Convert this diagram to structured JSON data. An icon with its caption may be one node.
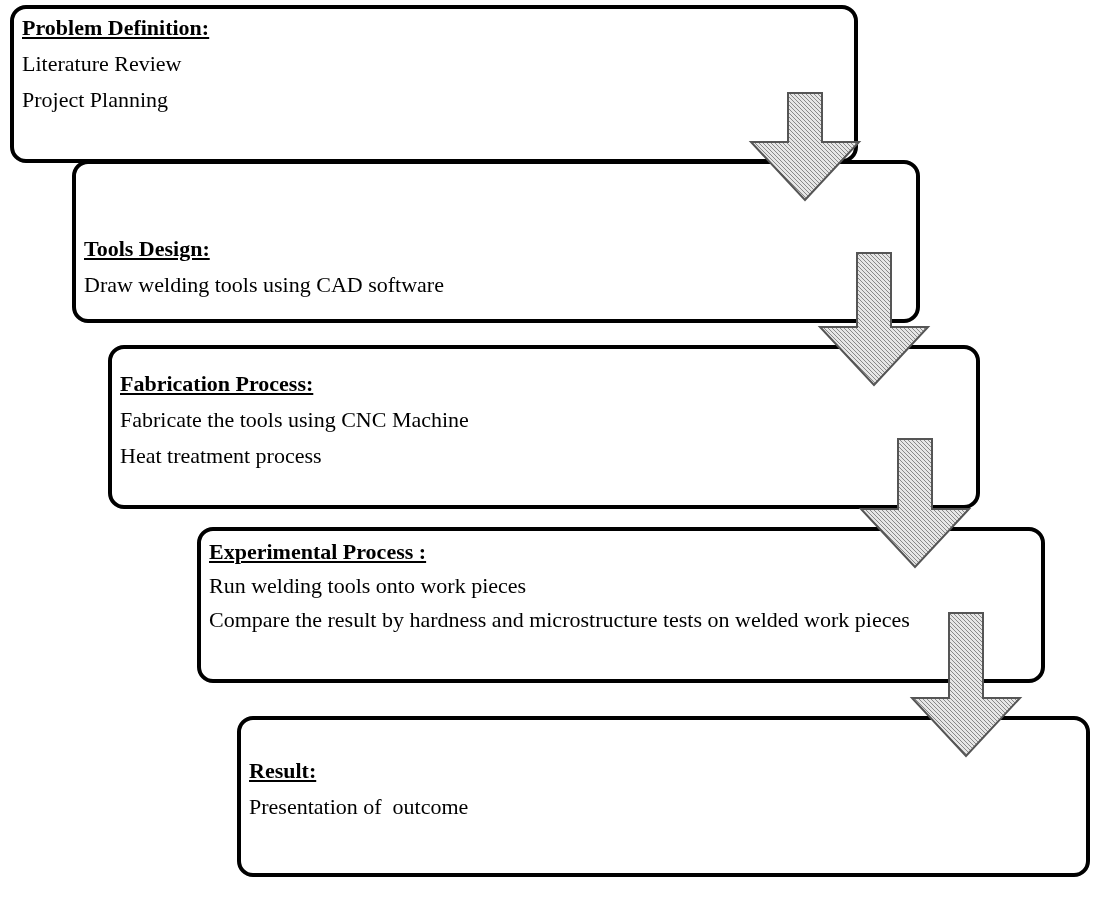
{
  "diagram": {
    "nodes": [
      {
        "text": [
          "Problem Definition:",
          "Literature Review",
          "Project Planning"
        ]
      },
      {
        "text": [
          "Tools Design:",
          "Draw welding tools using CAD software"
        ]
      },
      {
        "text": [
          "Fabrication Process:",
          "Fabricate the tools using CNC Machine",
          "Heat treatment process"
        ]
      },
      {
        "text": [
          "Experimental Process :",
          "Run welding tools onto work pieces",
          "Compare the result by hardness and microstructure tests on welded work pieces"
        ]
      },
      {
        "text": [
          "Result:",
          "Presentation of  outcome"
        ]
      }
    ],
    "edges": [
      {
        "from": 0,
        "to": 1,
        "arrow": "to"
      },
      {
        "from": 1,
        "to": 2,
        "arrow": "to"
      },
      {
        "from": 2,
        "to": 3,
        "arrow": "to"
      },
      {
        "from": 3,
        "to": 4,
        "arrow": "to"
      }
    ]
  }
}
